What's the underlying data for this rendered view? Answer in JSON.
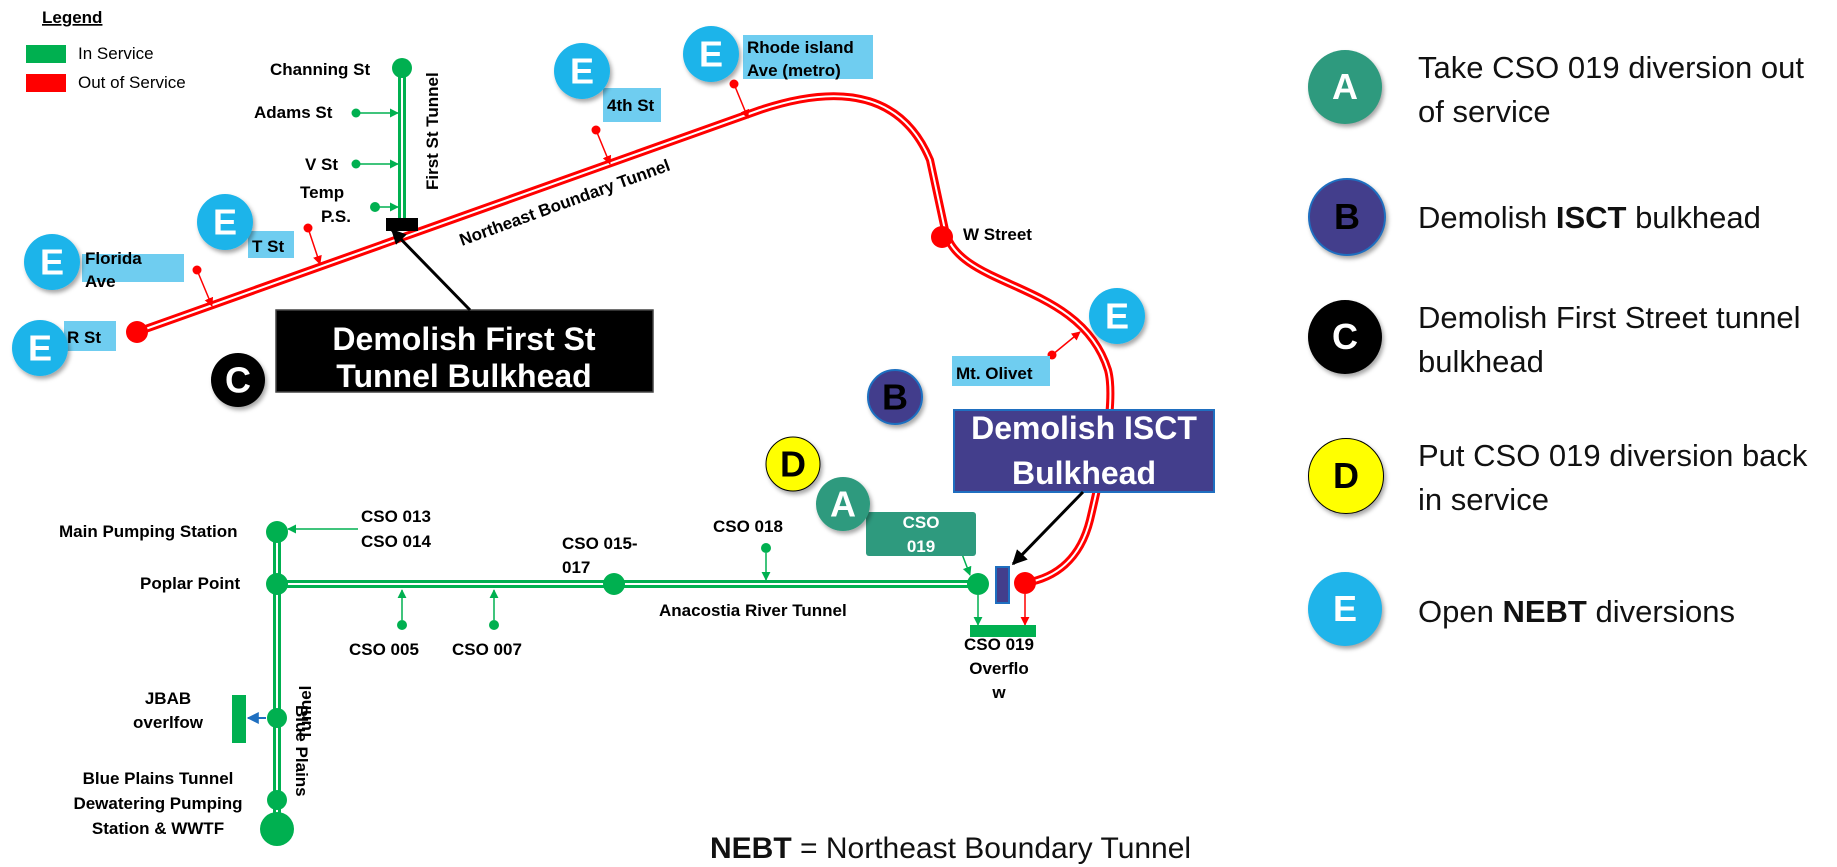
{
  "legend": {
    "title": "Legend",
    "items": [
      {
        "label": "In Service",
        "color": "#00b050"
      },
      {
        "label": "Out of Service",
        "color": "#ff0000"
      }
    ]
  },
  "colors": {
    "in_service": "#00b050",
    "out_of_service": "#ff0000",
    "marker_e": "#1fb4ea",
    "marker_a": "#2e9a7e",
    "marker_b": "#433e8c",
    "marker_c": "#000000",
    "marker_d": "#ffff00",
    "label_highlight": "#6fcdf0",
    "bulkhead_isct": "#433e8c"
  },
  "diagram": {
    "first_st": {
      "tunnel": "First St Tunnel",
      "channing": "Channing St",
      "adams": "Adams St",
      "v_st": "V St",
      "temp_ps_1": "Temp",
      "temp_ps_2": "P.S."
    },
    "nebt": {
      "tunnel": "Northeast Boundary Tunnel",
      "r_st": "R St",
      "florida_1": "Florida",
      "florida_2": "Ave",
      "t_st": "T St",
      "fourth_st": "4th St",
      "rhode_1": "Rhode island",
      "rhode_2": "Ave (metro)",
      "w_street": "W Street",
      "mt_olivet": "Mt. Olivet"
    },
    "art": {
      "tunnel": "Anacostia River Tunnel",
      "main_ps": "Main Pumping Station",
      "poplar": "Poplar Point",
      "cso_013": "CSO 013",
      "cso_014": "CSO 014",
      "cso_005": "CSO 005",
      "cso_007": "CSO 007",
      "cso_015_1": "CSO 015-",
      "cso_015_2": "017",
      "cso_018": "CSO 018",
      "cso_019_1": "CSO",
      "cso_019_2": "019",
      "overflow_1": "CSO 019",
      "overflow_2": "Overflo",
      "overflow_3": "w"
    },
    "bpt": {
      "tunnel_1": "Blue Plains",
      "tunnel_2": "Tunnel",
      "jbab_1": "JBAB",
      "jbab_2": "overlfow",
      "station_1": "Blue Plains Tunnel",
      "station_2": "Dewatering Pumping",
      "station_3": "Station & WWTF"
    },
    "markers": {
      "a": "A",
      "b": "B",
      "c": "C",
      "d": "D",
      "e": "E"
    },
    "callouts": {
      "first_st_1": "Demolish First St",
      "first_st_2": "Tunnel Bulkhead",
      "isct_1": "Demolish ISCT",
      "isct_2": "Bulkhead"
    }
  },
  "steps": [
    {
      "letter": "A",
      "parts": [
        {
          "t": "Take CSO 019 diversion out of service"
        }
      ]
    },
    {
      "letter": "B",
      "parts": [
        {
          "t": "Demolish "
        },
        {
          "t": "ISCT",
          "b": true
        },
        {
          "t": " bulkhead"
        }
      ]
    },
    {
      "letter": "C",
      "parts": [
        {
          "t": "Demolish First Street tunnel bulkhead"
        }
      ]
    },
    {
      "letter": "D",
      "parts": [
        {
          "t": "Put CSO 019 diversion back in service"
        }
      ]
    },
    {
      "letter": "E",
      "parts": [
        {
          "t": "Open "
        },
        {
          "t": "NEBT",
          "b": true
        },
        {
          "t": " diversions"
        }
      ]
    }
  ],
  "footer": {
    "abbr": "NEBT",
    "definition": " = Northeast  Boundary Tunnel"
  }
}
